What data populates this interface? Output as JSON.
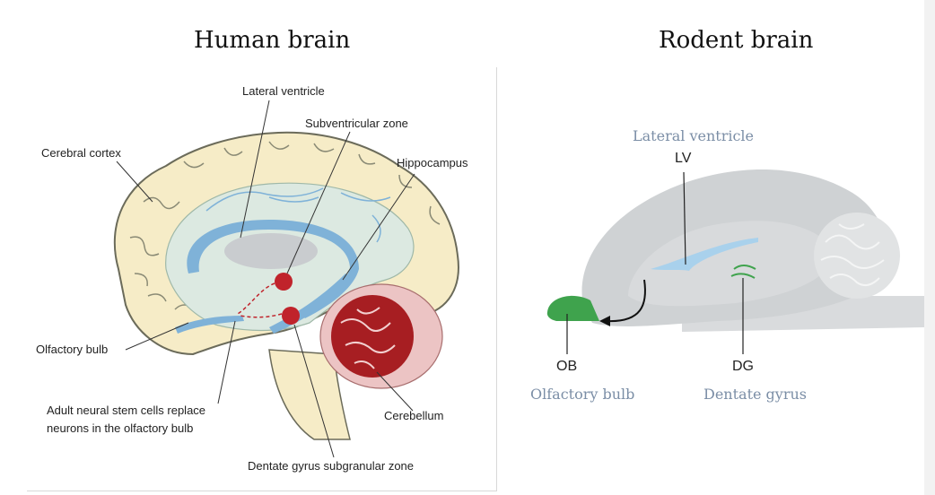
{
  "titles": {
    "human": "Human brain",
    "rodent": "Rodent brain"
  },
  "human_labels": {
    "lateral_ventricle": "Lateral ventricle",
    "subventricular_zone": "Subventricular zone",
    "cerebral_cortex": "Cerebral cortex",
    "hippocampus": "Hippocampus",
    "olfactory_bulb": "Olfactory bulb",
    "adult_stem_cells_line1": "Adult neural stem cells replace",
    "adult_stem_cells_line2": "neurons in the olfactory bulb",
    "cerebellum": "Cerebellum",
    "dentate_gyrus_sgz": "Dentate gyrus subgranular zone"
  },
  "rodent_labels": {
    "lateral_ventricle": "Lateral ventricle",
    "lv": "LV",
    "ob": "OB",
    "dg": "DG",
    "olfactory_bulb": "Olfactory bulb",
    "dentate_gyrus": "Dentate gyrus"
  },
  "colors": {
    "cortex": "#f6ecc7",
    "cortex_outline": "#6b6b5a",
    "inner_region": "#dce9e1",
    "ventricle_fill": "#c9cccf",
    "ventricle_blue": "#7fb2d8",
    "stem_red": "#c0232b",
    "cerebellum_red": "#a71e22",
    "cerebellum_pink": "#ecc4c4",
    "rodent_gray": "#cfd2d4",
    "rodent_green": "#3fa34d",
    "rodent_blue": "#a9d1ec",
    "serif_label": "#7b8ea6"
  }
}
